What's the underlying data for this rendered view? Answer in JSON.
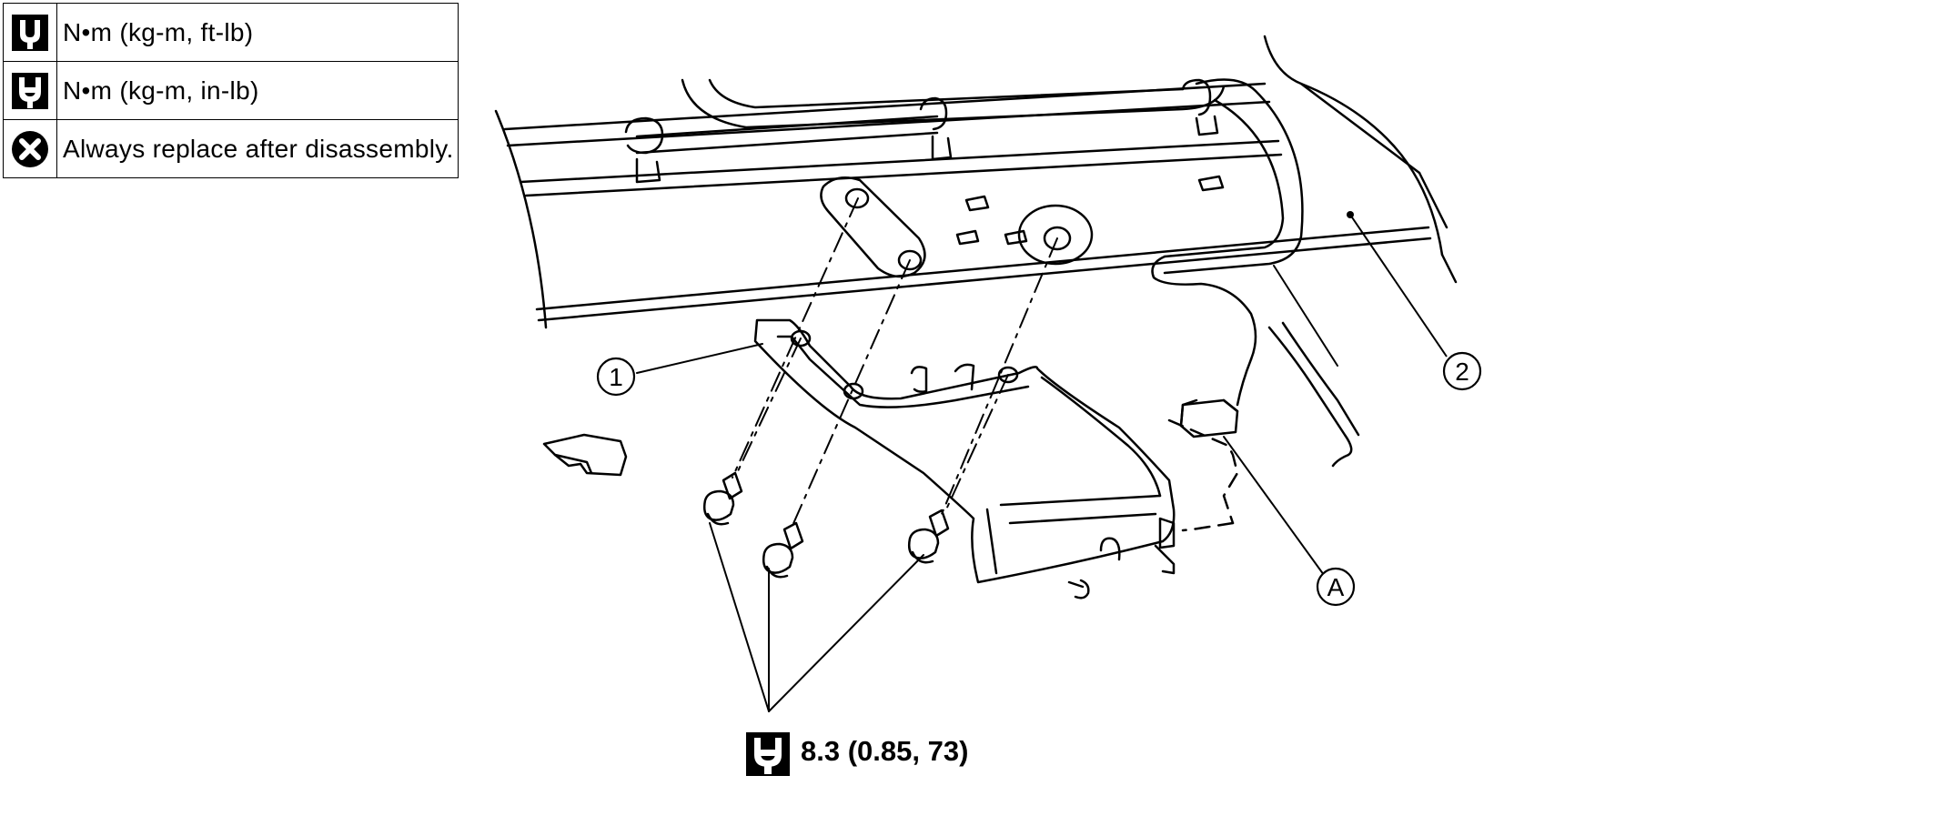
{
  "legend": {
    "rows": [
      {
        "icon": "torque-wrench-ftlb-icon",
        "text": "N•m (kg-m, ft-lb)"
      },
      {
        "icon": "torque-wrench-inlb-icon",
        "text": "N•m (kg-m, in-lb)"
      },
      {
        "icon": "replace-x-icon",
        "text": "Always replace after disassembly."
      }
    ]
  },
  "callouts": {
    "one": "1",
    "two": "2",
    "a": "A"
  },
  "torque": {
    "value": "8.3 (0.85, 73)",
    "icon": "torque-wrench-inlb-icon"
  }
}
